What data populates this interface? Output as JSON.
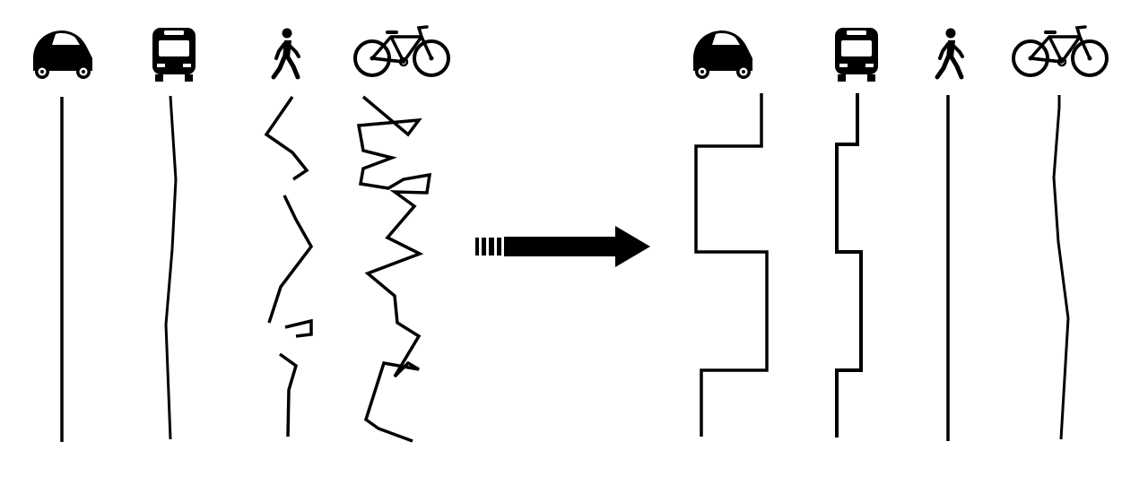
{
  "diagram": {
    "before_panel": {
      "modes": [
        "car",
        "bus",
        "pedestrian",
        "bicycle"
      ],
      "icons": [
        "car-icon",
        "bus-icon",
        "pedestrian-icon",
        "bicycle-icon"
      ]
    },
    "transition": {
      "icon": "right-arrow-icon"
    },
    "after_panel": {
      "modes": [
        "car",
        "bus",
        "pedestrian",
        "bicycle"
      ],
      "icons": [
        "car-icon",
        "bus-icon",
        "pedestrian-icon",
        "bicycle-icon"
      ]
    },
    "colors": {
      "ink": "#000000",
      "background": "#ffffff"
    }
  }
}
